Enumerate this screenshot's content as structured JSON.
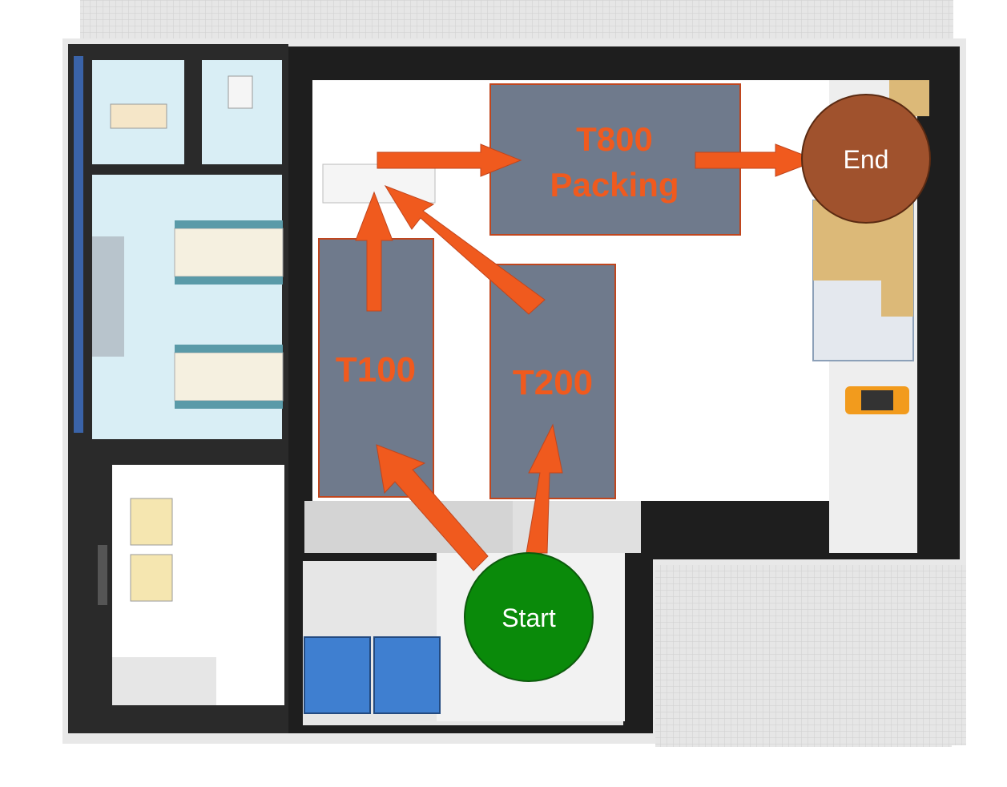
{
  "zones": {
    "t100": {
      "label": "T100"
    },
    "t200": {
      "label": "T200"
    },
    "t800": {
      "label_line1": "T800",
      "label_line2": "Packing"
    }
  },
  "nodes": {
    "start": {
      "label": "Start",
      "color": "#0a8a0a"
    },
    "end": {
      "label": "End",
      "color": "#a0522d"
    }
  },
  "colors": {
    "arrow": "#f05a1e",
    "zone_fill": "#6f7a8c",
    "zone_border": "#c0461e",
    "wall": "#1e1e1e",
    "room_floor": "#d9eef5",
    "open_floor": "#ffffff",
    "outside_grid": "#dcdcdc"
  },
  "flows": [
    "start-to-t100",
    "start-to-t200",
    "t100-to-conveyor",
    "t200-to-conveyor",
    "conveyor-to-t800",
    "t800-to-end"
  ]
}
